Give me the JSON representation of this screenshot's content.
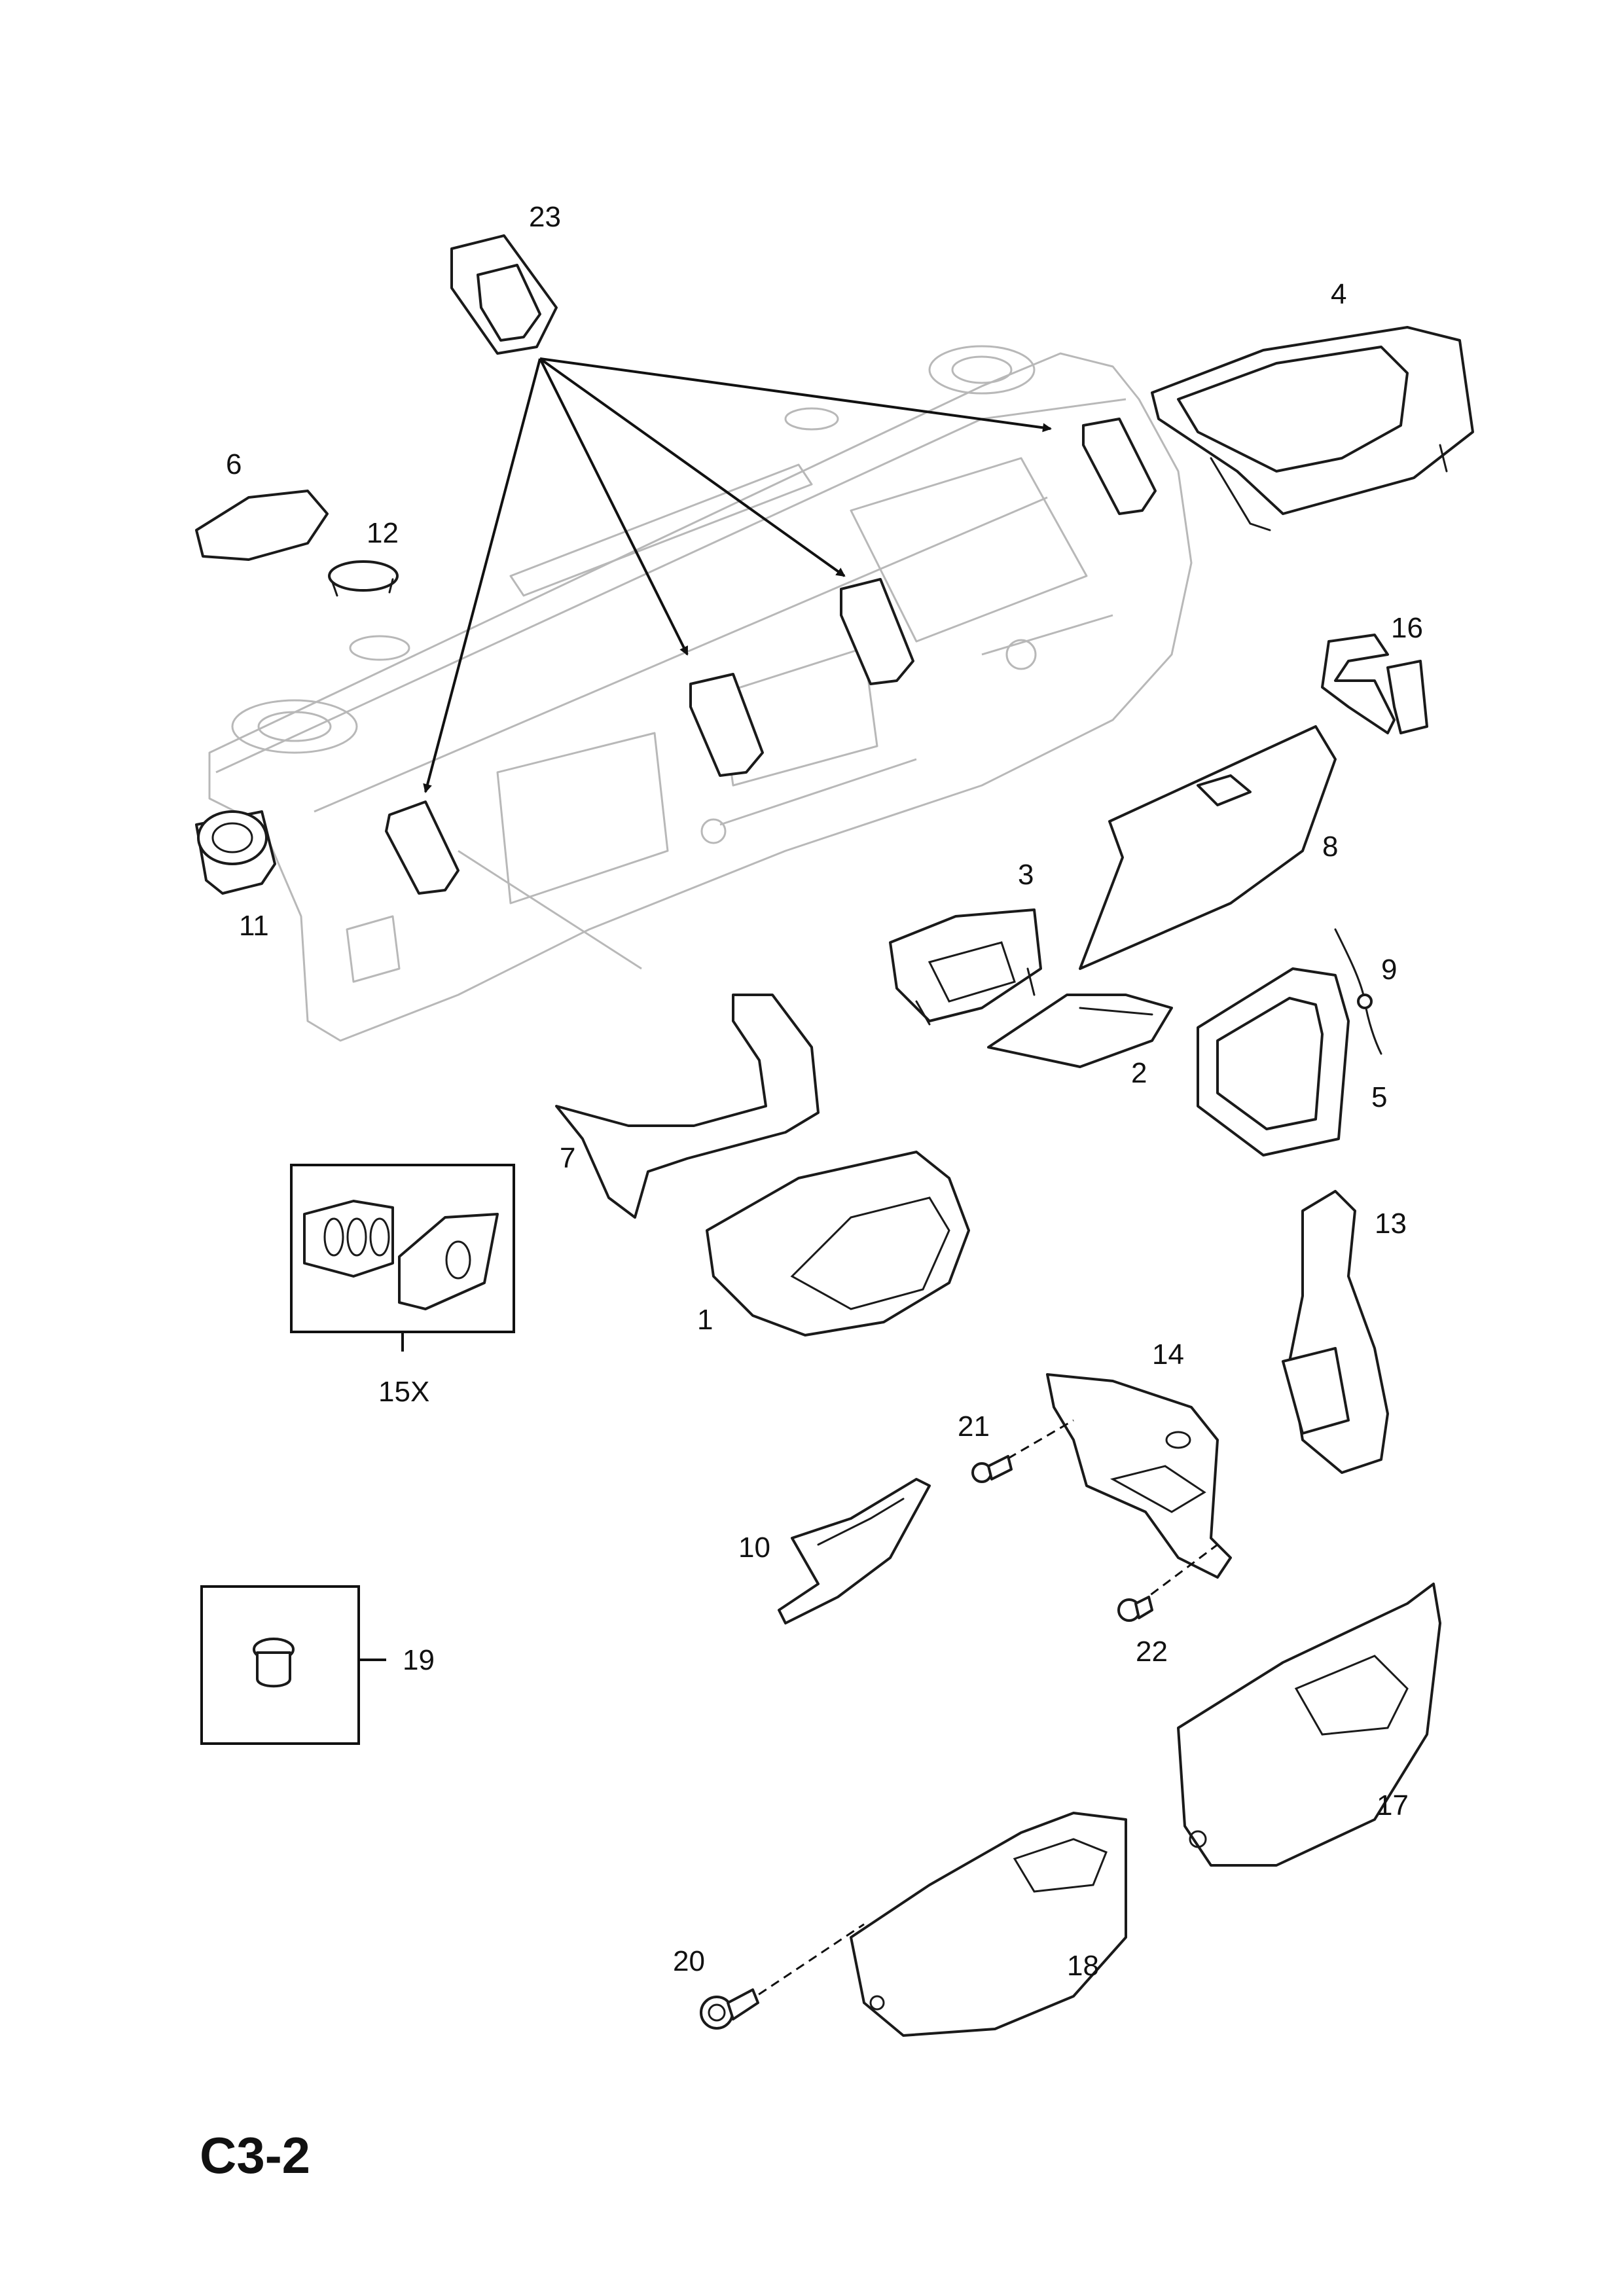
{
  "page": {
    "code": "C3-2"
  },
  "callouts": {
    "p1": "1",
    "p2": "2",
    "p3": "3",
    "p4": "4",
    "p5": "5",
    "p6": "6",
    "p7": "7",
    "p8": "8",
    "p9": "9",
    "p10": "10",
    "p11": "11",
    "p12": "12",
    "p13": "13",
    "p14": "14",
    "p15x": "15X",
    "p16": "16",
    "p17": "17",
    "p18": "18",
    "p19": "19",
    "p20": "20",
    "p21": "21",
    "p22": "22",
    "p23": "23"
  },
  "colors": {
    "line": "#1a1a1a",
    "ghost_outline": "#b8b8b8",
    "background": "#ffffff"
  }
}
